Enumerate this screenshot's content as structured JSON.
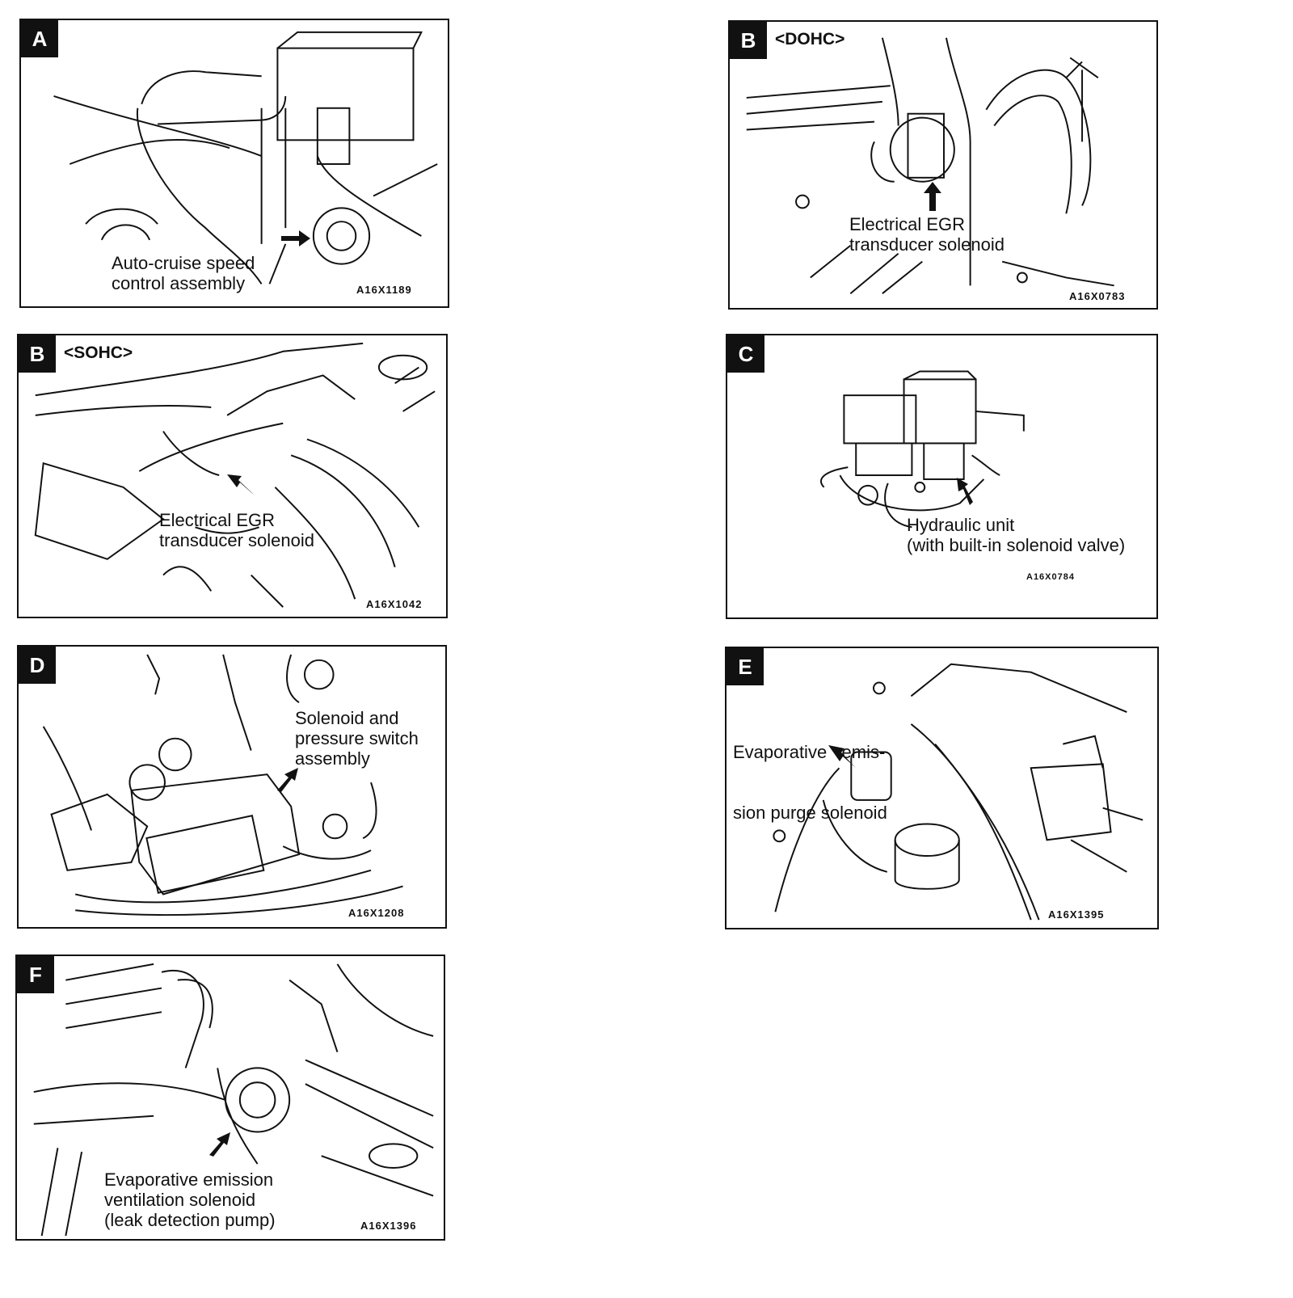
{
  "panels": [
    {
      "id": "A",
      "letter": "A",
      "variant": "",
      "caption_lines": [
        "Auto-cruise speed",
        "control assembly"
      ],
      "code": "A16X1189"
    },
    {
      "id": "B-DOHC",
      "letter": "B",
      "variant": "<DOHC>",
      "caption_lines": [
        "Electrical EGR",
        "transducer solenoid"
      ],
      "code": "A16X0783"
    },
    {
      "id": "B-SOHC",
      "letter": "B",
      "variant": "<SOHC>",
      "caption_lines": [
        "Electrical EGR",
        "transducer solenoid"
      ],
      "code": "A16X1042"
    },
    {
      "id": "C",
      "letter": "C",
      "variant": "",
      "caption_lines": [
        "Hydraulic unit",
        "(with built-in solenoid valve)"
      ],
      "code": "A16X0784"
    },
    {
      "id": "D",
      "letter": "D",
      "variant": "",
      "caption_lines": [
        "Solenoid and",
        "pressure switch",
        "assembly"
      ],
      "code": "A16X1208"
    },
    {
      "id": "E",
      "letter": "E",
      "variant": "",
      "caption_lines": [
        "Evaporative   emis-",
        "sion purge solenoid"
      ],
      "code": "A16X1395"
    },
    {
      "id": "F",
      "letter": "F",
      "variant": "",
      "caption_lines": [
        "Evaporative emission",
        "ventilation solenoid",
        "(leak detection pump)"
      ],
      "code": "A16X1396"
    }
  ]
}
